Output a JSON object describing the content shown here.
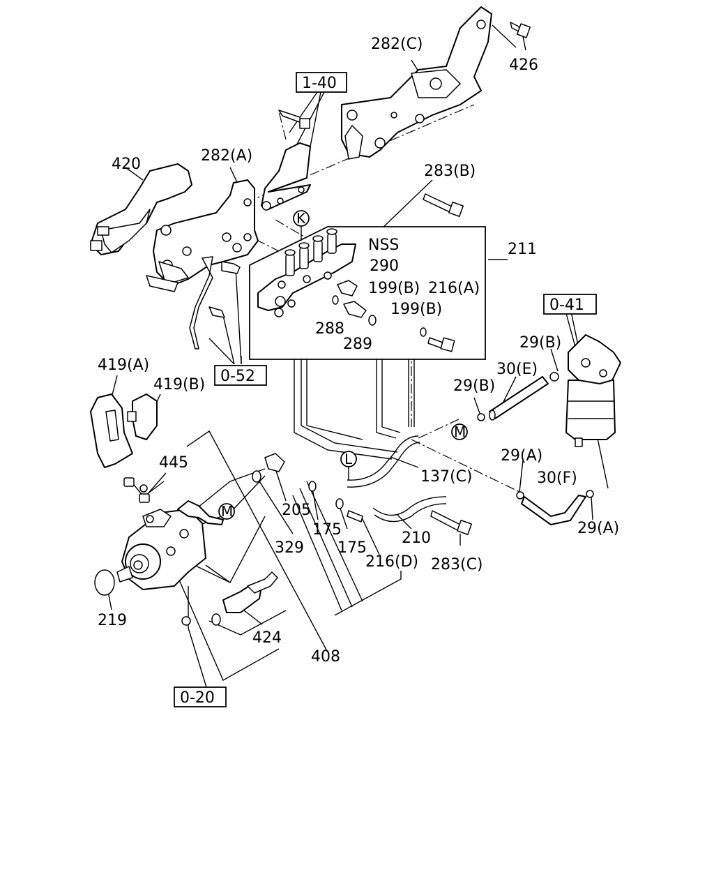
{
  "labels": {
    "p282c": "282(C)",
    "p426": "426",
    "ref140": "1-40",
    "p420": "420",
    "p282a": "282(A)",
    "p283b": "283(B)",
    "callout_k": "K",
    "nss": "NSS",
    "p211": "211",
    "p290": "290",
    "p199b_1": "199(B)",
    "p216a": "216(A)",
    "p288": "288",
    "p199b_2": "199(B)",
    "p289": "289",
    "ref041": "0-41",
    "p29b_1": "29(B)",
    "p30e": "30(E)",
    "p29b_2": "29(B)",
    "callout_m1": "M",
    "ref052": "0-52",
    "p419a": "419(A)",
    "p419b": "419(B)",
    "p445": "445",
    "callout_l": "L",
    "p137c": "137(C)",
    "p29a_1": "29(A)",
    "p30f": "30(F)",
    "callout_m2": "M",
    "p205": "205",
    "p175_1": "175",
    "p210": "210",
    "p29a_2": "29(A)",
    "p329": "329",
    "p175_2": "175",
    "p216d": "216(D)",
    "p283c": "283(C)",
    "p219": "219",
    "p424": "424",
    "p408": "408",
    "ref020": "0-20"
  }
}
